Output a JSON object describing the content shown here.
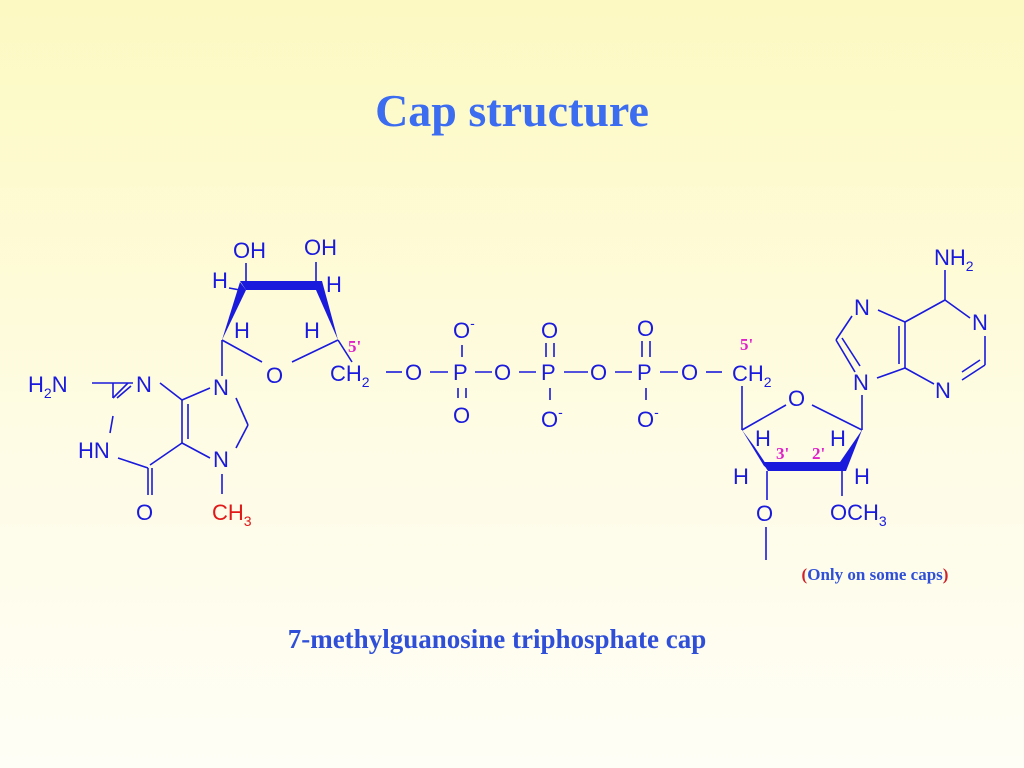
{
  "title": "Cap structure",
  "caption": "7-methylguanosine triphosphate cap",
  "note": {
    "open": "(",
    "text": "Only on some caps",
    "close": ")"
  },
  "atoms": {
    "O": "O",
    "N": "N",
    "H": "H",
    "P": "P",
    "OH": "OH",
    "HN": "HN",
    "H2": "H",
    "two": "2",
    "three": "3",
    "minus": "-",
    "C": "C",
    "CH": "CH"
  },
  "labels": {
    "five_prime": "5'",
    "three_prime": "3'",
    "two_prime": "2'"
  },
  "colors": {
    "title": "#3c6cf0",
    "structure": "#1a1adc",
    "methyl": "#e01818",
    "prime_labels": "#e020c8"
  }
}
